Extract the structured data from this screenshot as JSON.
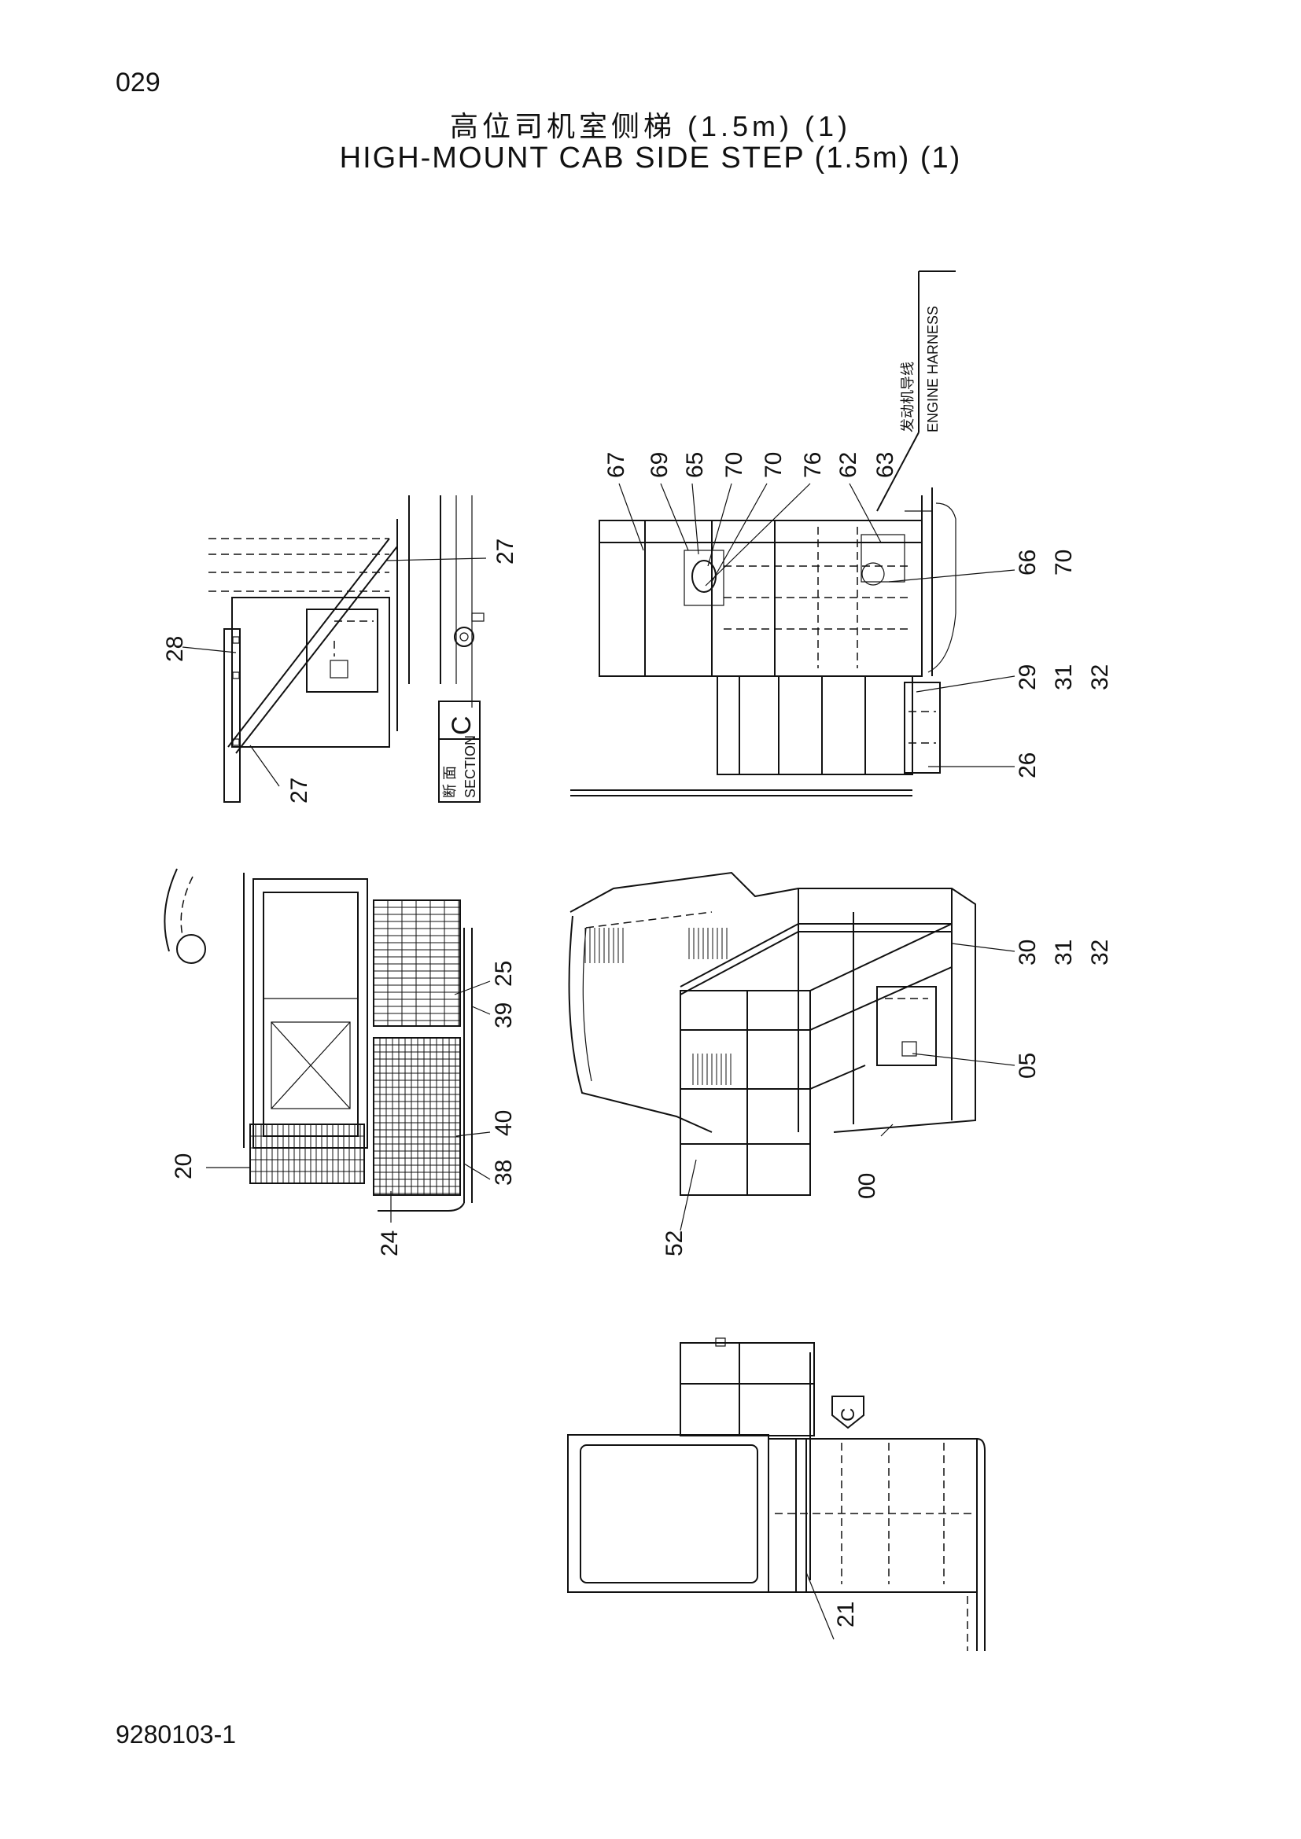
{
  "header": {
    "page_number": "029",
    "title_cn": "高位司机室侧梯 (1.5m) (1)",
    "title_en": "HIGH-MOUNT CAB SIDE STEP (1.5m) (1)"
  },
  "footer": {
    "doc_number": "9280103-1"
  },
  "annotations": {
    "engine_harness_cn": "发动机导线",
    "engine_harness_en": "ENGINE HARNESS",
    "section_cn": "断 面",
    "section_en": "SECTION",
    "section_letter": "C",
    "view_arrow_letter": "C"
  },
  "part_numbers": {
    "p67": "67",
    "p69": "69",
    "p65": "65",
    "p70a": "70",
    "p70b": "70",
    "p76": "76",
    "p62": "62",
    "p63": "63",
    "p66": "66",
    "p70c": "70",
    "p29": "29",
    "p31a": "31",
    "p32a": "32",
    "p26": "26",
    "p27a": "27",
    "p28": "28",
    "p27b": "27",
    "p25": "25",
    "p39": "39",
    "p40": "40",
    "p38": "38",
    "p20": "20",
    "p24": "24",
    "p30": "30",
    "p31b": "31",
    "p32b": "32",
    "p05": "05",
    "p00": "00",
    "p52": "52",
    "p21": "21"
  }
}
